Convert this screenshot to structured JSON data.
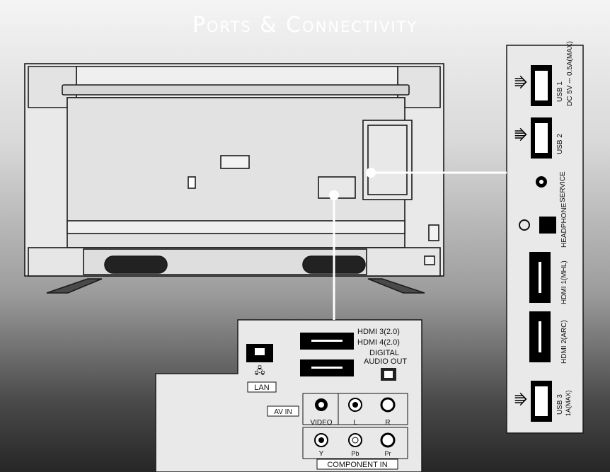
{
  "title": "Ports & Connectivity",
  "side_panel": {
    "usb1": "USB 1",
    "usb1_spec": "DC 5V ⎓ 0.5A(MAX)",
    "usb2": "USB 2",
    "service": "SERVICE",
    "headphone": "HEADPHONE",
    "hdmi1": "HDMI 1(MHL)",
    "hdmi2": "HDMI 2(ARC)",
    "usb3": "USB 3",
    "usb3_spec": "1A(MAX)"
  },
  "rear_panel": {
    "hdmi3": "HDMI 3(2.0)",
    "hdmi4": "HDMI 4(2.0)",
    "digital": "DIGITAL",
    "audio_out": "AUDIO OUT",
    "lan": "LAN",
    "av_in": "AV IN",
    "video": "VIDEO",
    "l": "L",
    "r": "R",
    "y": "Y",
    "pb": "Pb",
    "pr": "Pr",
    "component_in": "COMPONENT IN"
  },
  "colors": {
    "line": "#ffffff",
    "panel_stroke": "#1a1a1a",
    "port": "#000000"
  }
}
